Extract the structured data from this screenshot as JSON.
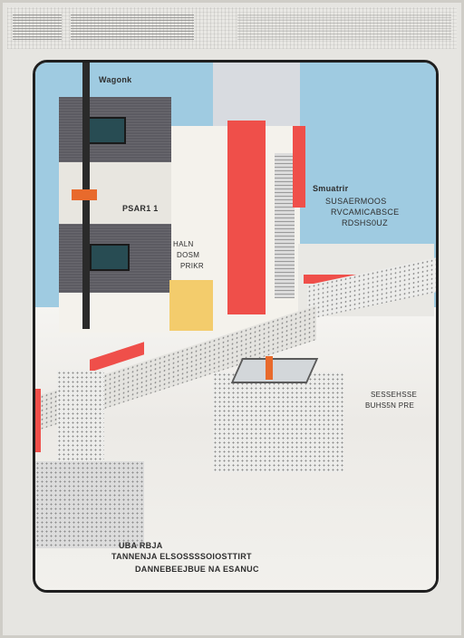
{
  "board": {
    "labels": {
      "top_tag": "Wagonk",
      "left_mid": "PSAR1 1",
      "right_title": "Smuatrir",
      "right_line1": "SUSAERMOOS",
      "right_line2": "RVCAMICABSCE",
      "right_line3": "RDSHS0UZ",
      "center_small1": "HALN",
      "center_small2": "DOSM",
      "center_small3": "PRIKR",
      "right_low1": "SESSEHSSE",
      "right_low2": "BUHS5N PRE",
      "bottom1": "UBA RBJA",
      "bottom2": "TANNENJA  ELSOSSSSOIOSTTIRT",
      "bottom3": "DANNEBEEJBUE  NA  ESANUC"
    },
    "colors": {
      "sky": "#9fcbe1",
      "accent_red": "#ef4f4a",
      "accent_yellow": "#f3cc6c",
      "dark_grey": "#5c5b62"
    }
  }
}
